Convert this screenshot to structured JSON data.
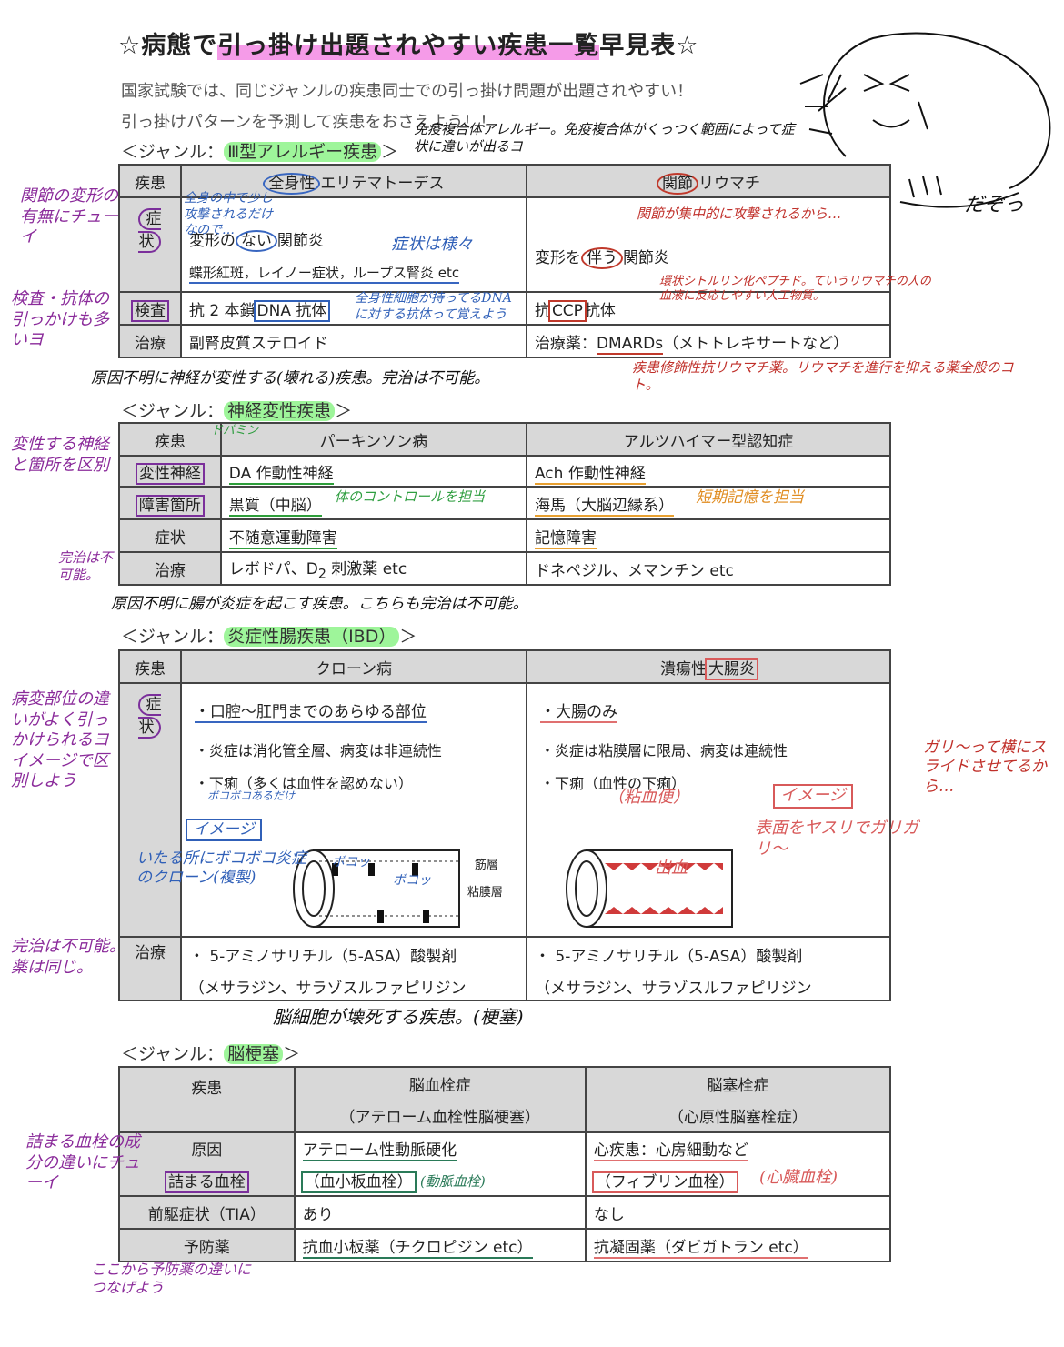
{
  "title": {
    "prefix": "☆病態で",
    "highlight": "引っ掛け出題されやすい疾患一覧",
    "suffix": "早見表☆"
  },
  "intro": [
    "国家試験では、同じジャンルの疾患同士での引っ掛け問題が出題されやすい！",
    "引っ掛けパターンを予測して疾患をおさえよう！！"
  ],
  "genre1": {
    "prefix": "＜ジャンル：",
    "name": "Ⅲ型アレルギー疾患",
    "suffix": "＞"
  },
  "genre2": {
    "prefix": "＜ジャンル：",
    "name": "神経変性疾患",
    "suffix": "＞"
  },
  "genre3": {
    "prefix": "＜ジャンル：",
    "name": "炎症性腸疾患（IBD）",
    "suffix": "＞"
  },
  "genre4": {
    "prefix": "＜ジャンル：",
    "name": "脳梗塞",
    "suffix": "＞"
  },
  "t1": {
    "h0": "疾患",
    "sle_a": "全身性",
    "sle_b": "エリテマトーデス",
    "ra_a": "関節",
    "ra_b": "リウマチ",
    "r1": "症状",
    "r2": "検査",
    "r3": "治療",
    "sle_sym_a": "変形の",
    "sle_sym_b": "ない",
    "sle_sym_c": "関節炎",
    "sle_sym2": "蝶形紅斑，レイノー症状，ループス腎炎 etc",
    "ra_sym_a": "変形を",
    "ra_sym_b": "伴う",
    "ra_sym_c": "関節炎",
    "sle_test_a": "抗 2 本鎖",
    "sle_test_b": "DNA 抗体",
    "ra_test_a": "抗",
    "ra_test_b": "CCP",
    "ra_test_c": "抗体",
    "sle_tx": "副腎皮質ステロイド",
    "ra_tx_a": "治療薬：",
    "ra_tx_b": "DMARDs",
    "ra_tx_c": "（メトトレキサートなど）"
  },
  "t2": {
    "h0": "疾患",
    "pd": "パーキンソン病",
    "ad": "アルツハイマー型認知症",
    "r1": "変性神経",
    "r2": "障害箇所",
    "r3": "症状",
    "r4": "治療",
    "pd_n": "DA 作動性神経",
    "ad_n": "Ach 作動性神経",
    "pd_site": "黒質（中脳）",
    "ad_site": "海馬（大脳辺縁系）",
    "pd_sym": "不随意運動障害",
    "ad_sym": "記憶障害",
    "pd_tx_a": "レボドパ、D",
    "pd_tx_sub": "2",
    "pd_tx_b": " 刺激薬 etc",
    "ad_tx": "ドネペジル、メマンチン etc"
  },
  "t3": {
    "h0": "疾患",
    "cd": "クローン病",
    "uc_a": "潰瘍性",
    "uc_b": "大腸炎",
    "r1": "症状",
    "r2": "治療",
    "cd1": "・口腔～肛門までのあらゆる部位",
    "cd2": "・炎症は消化管全層、病変は非連続性",
    "cd3": "・下痢（多くは血性を認めない）",
    "uc1": "・大腸のみ",
    "uc2": "・炎症は粘膜層に限局、病変は連続性",
    "uc3": "・下痢（血性の下痢）",
    "layer1": "筋層",
    "layer2": "粘膜層",
    "tx1": "・ 5-アミノサリチル（5-ASA）酸製剤",
    "tx2": "（メサラジン、サラゾスルファピリジン"
  },
  "t4": {
    "h0": "疾患",
    "a1": "脳血栓症",
    "a2": "（アテローム血栓性脳梗塞）",
    "b1": "脳塞栓症",
    "b2": "（心原性脳塞栓症）",
    "r1a": "原因",
    "r1b": "詰まる血栓",
    "r2": "前駆症状（TIA）",
    "r3": "予防薬",
    "a_cause1": "アテローム性動脈硬化",
    "a_cause2": "（血小板血栓）",
    "b_cause1": "心疾患：心房細動など",
    "b_cause2": "（フィブリン血栓）",
    "a_tia": "あり",
    "b_tia": "なし",
    "a_drug": "抗血小板薬（チクロピジン etc）",
    "b_drug": "抗凝固薬（ダビガトラン etc）"
  },
  "notes": {
    "imm": "免疫複合体アレルギー。免疫複合体がくっつく範囲によって症状に違いが出るヨ",
    "kansetsu": "関節の変形の有無にチューイ",
    "kensa": "検査・抗体の引っかけも多いヨ",
    "zenshin": "全身の中で少し攻撃されるだけなので…",
    "yousu": "症状は様々",
    "ra_attack": "関節が集中的に攻撃されるから…",
    "ccp": "環状シトルリン化ペプチド。ていうリウマチの人の血液に反応しやすい人工物質。",
    "dna": "全身性細胞が持ってるDNAに対する抗体って覚えよう",
    "dmards": "疾患修飾性抗リウマチ薬。リウマチを進行を抑える薬全般のコト。",
    "neuro": "原因不明に神経が変性する(壊れる)疾患。完治は不可能。",
    "hensei": "変性する神経と箇所を区別",
    "dopamine": "ドパミン",
    "body": "体のコントロールを担当",
    "memory": "短期記憶を担当",
    "kanchi1": "完治は不可能。",
    "ibd": "原因不明に腸が炎症を起こす疾患。こちらも完治は不可能。",
    "byouhen": "病変部位の違いがよく引っかけられるヨ イメージで区別しよう",
    "gari": "ガリ～って横にスライドさせてるから…",
    "bokobo": "ボコボコあるだけ",
    "image1": "イメージ",
    "image2": "イメージ",
    "crohn": "いたる所にボコボコ炎症のクローン(複製)",
    "boko": "ボコッ",
    "nenketsu": "（粘血便）",
    "shukketsu": "出血",
    "hyomen": "表面をヤスリでガリガリ～",
    "kanchi2": "完治は不可能。薬は同じ。",
    "stroke": "脳細胞が壊死する疾患。(梗塞)",
    "kessen": "詰まる血栓の成分の違いにチューイ",
    "yobou": "ここから予防薬の違いにつなげよう",
    "doumyaku": "(動脈血栓)",
    "shinzou": "(心臓血栓)",
    "dazo": "だぞっ"
  },
  "colors": {
    "purple": "#8a2a9a",
    "red": "#c0302a",
    "blue": "#3060b8",
    "green": "#2f9e40",
    "orange": "#e08c20",
    "pink": "#d85a5a",
    "highlight_pink": "#f59be8",
    "highlight_green": "#9ef59a"
  }
}
